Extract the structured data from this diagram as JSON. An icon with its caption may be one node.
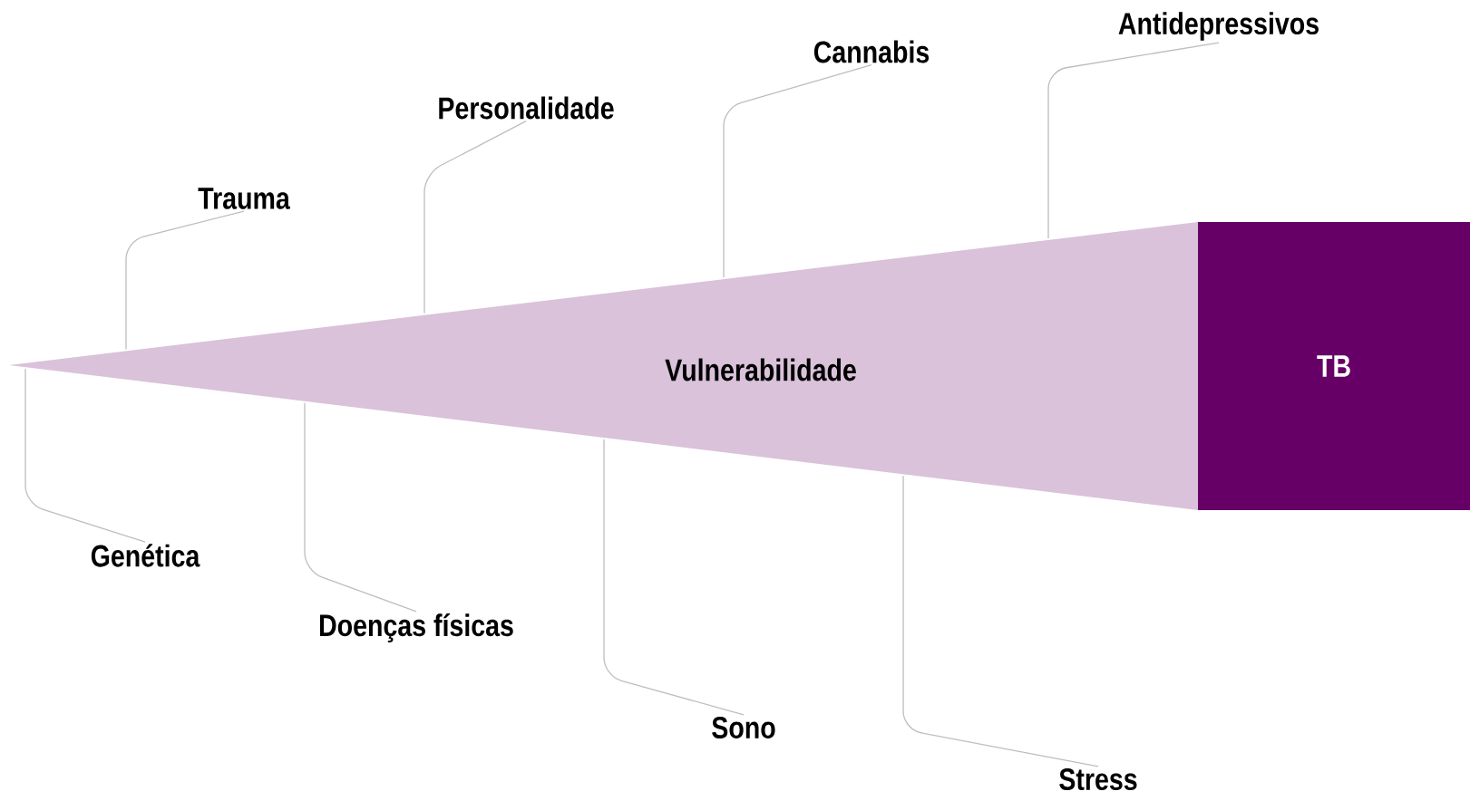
{
  "diagram": {
    "nodes": [
      {
        "text": [
          "Vulnerabilidade"
        ]
      },
      {
        "text": [
          "TB"
        ]
      },
      {
        "text": [
          "Trauma"
        ]
      },
      {
        "text": [
          "Personalidade"
        ]
      },
      {
        "text": [
          "Cannabis"
        ]
      },
      {
        "text": [
          "Antidepressivos"
        ]
      },
      {
        "text": [
          "Genética"
        ]
      },
      {
        "text": [
          "Doenças físicas"
        ]
      },
      {
        "text": [
          "Sono"
        ]
      },
      {
        "text": [
          "Stress"
        ]
      }
    ],
    "edges": [
      {
        "from": 2,
        "to": 0,
        "arrow": "none"
      },
      {
        "from": 3,
        "to": 0,
        "arrow": "none"
      },
      {
        "from": 4,
        "to": 0,
        "arrow": "none"
      },
      {
        "from": 5,
        "to": 0,
        "arrow": "none"
      },
      {
        "from": 6,
        "to": 0,
        "arrow": "none"
      },
      {
        "from": 7,
        "to": 0,
        "arrow": "none"
      },
      {
        "from": 8,
        "to": 0,
        "arrow": "none"
      },
      {
        "from": 9,
        "to": 0,
        "arrow": "none"
      }
    ]
  }
}
